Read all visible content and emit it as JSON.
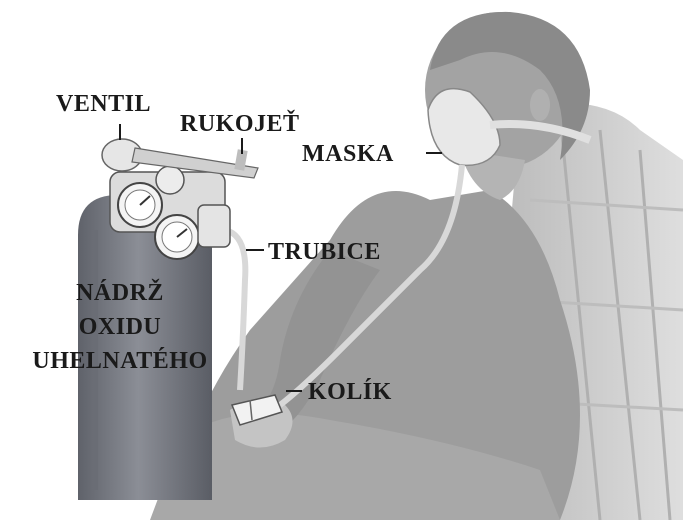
{
  "labels": {
    "ventil": "VENTIL",
    "rukojet": "RUKOJEŤ",
    "maska": "MASKA",
    "trubice": "TRUBICE",
    "nadrz_line1": "NÁDRŽ",
    "nadrz_line2": "OXIDU",
    "nadrz_line3": "UHELNATÉHO",
    "kolik": "KOLÍK"
  },
  "colors": {
    "background": "#ffffff",
    "label_text": "#1a1a1a",
    "tank": "#7d8088",
    "chair": "#c9c9c9",
    "person": "#9a9a9a",
    "skin": "#bdbdbd",
    "mask": "#e6e6e6",
    "tube": "#d6d6d6"
  }
}
